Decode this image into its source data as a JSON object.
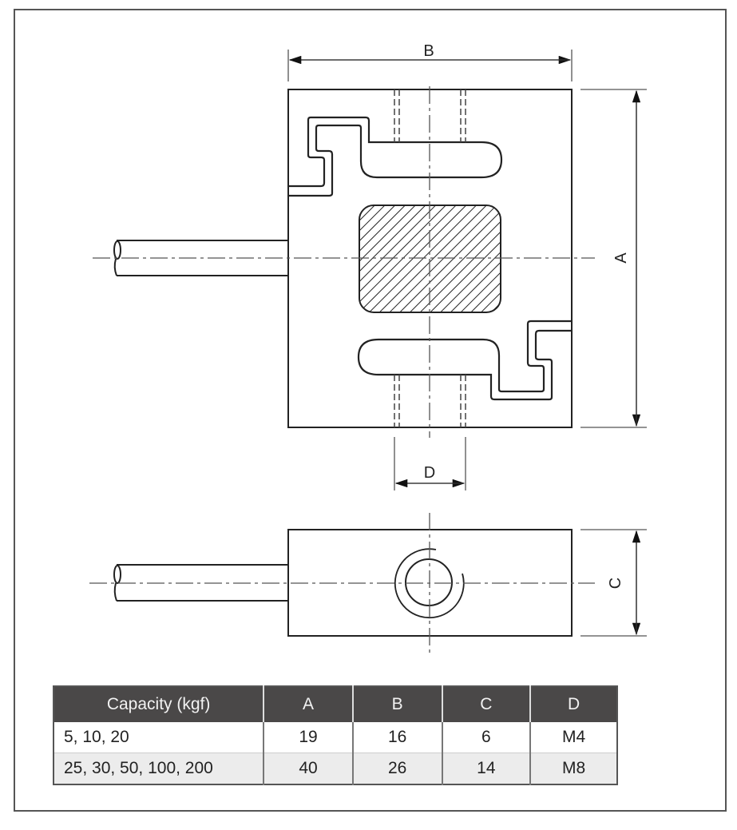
{
  "drawing": {
    "title": "S-type load cell dimension drawing",
    "dimension_labels": {
      "width": "B",
      "height": "A",
      "thread_spacing": "D",
      "thickness": "C"
    }
  },
  "spec_table": {
    "headers": [
      "Capacity (kgf)",
      "A",
      "B",
      "C",
      "D"
    ],
    "rows": [
      [
        "5, 10, 20",
        "19",
        "16",
        "6",
        "M4"
      ],
      [
        "25, 30, 50, 100, 200",
        "40",
        "26",
        "14",
        "M8"
      ]
    ]
  },
  "colors": {
    "header_bg": "#4a4848",
    "row_alt_bg": "#ececec",
    "line": "#222222"
  }
}
